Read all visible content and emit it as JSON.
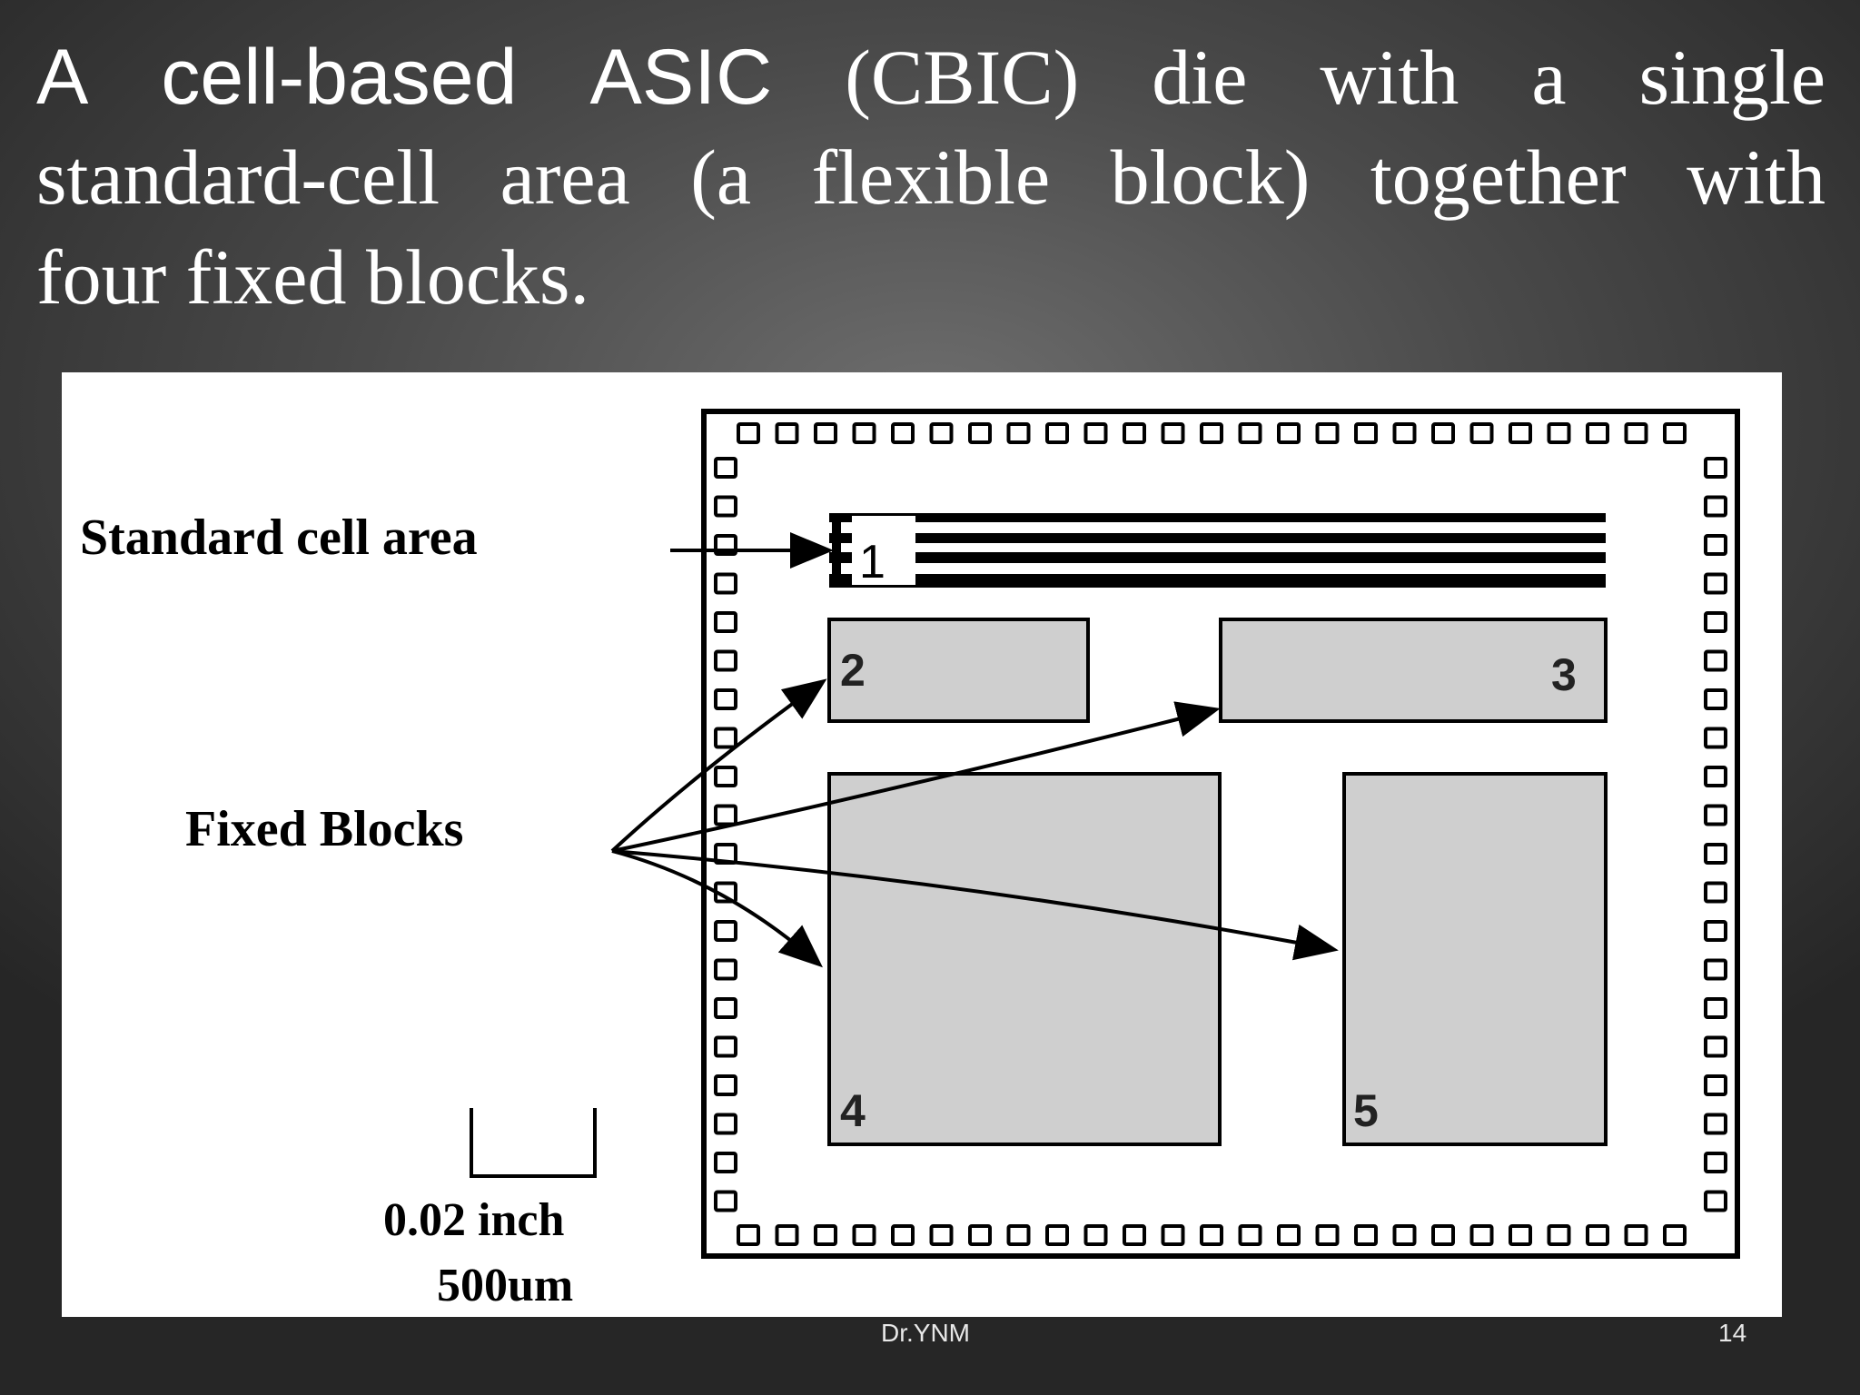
{
  "slide": {
    "title_line1_a": "A",
    "title_line1_b": "cell-based",
    "title_line1_c": "ASIC",
    "title_line1_d": "(CBIC)",
    "title_line1_e": "die",
    "title_line1_f": "with",
    "title_line1_g": "a",
    "title_line1_h": "single",
    "title_line2": "standard-cell area (a flexible block) together with",
    "title_line3": "four fixed  blocks."
  },
  "diagram": {
    "label_standard_cell": "Standard cell area",
    "label_fixed_blocks": "Fixed Blocks",
    "scale_inch": "0.02 inch",
    "scale_um": "500um",
    "blocks": [
      "1",
      "2",
      "3",
      "4",
      "5"
    ]
  },
  "footer": {
    "author": "Dr.YNM",
    "page_number": "14"
  },
  "colors": {
    "block_fill": "#cfcfcf",
    "figure_bg": "#ffffff",
    "slide_text": "#ffffff"
  }
}
